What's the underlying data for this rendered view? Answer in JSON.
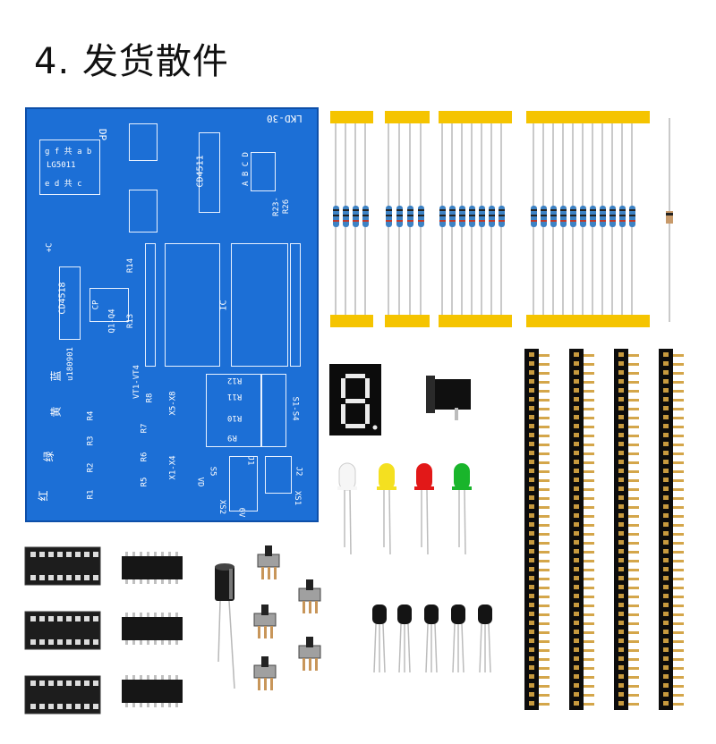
{
  "title": "4. 发货散件",
  "pcb": {
    "model": "LKD-30",
    "labels": {
      "dp": "DP",
      "lg5011": "LG5011",
      "seg_ab": "g f 共 a b",
      "seg_ec": "e d 共 c",
      "cd4511": "CD4511",
      "abcd": "A B C D",
      "r23": "R23-",
      "r26": "R26",
      "cd4518": "CD4518",
      "cp": "CP",
      "q1q4": "Q1-Q4",
      "r13": "R13",
      "r14": "R14",
      "c": "+C",
      "ic": "IC",
      "u180901": "u180901",
      "vt": "VT1-VT4",
      "r8": "R8",
      "r4": "R4",
      "r3": "R3",
      "r2": "R2",
      "r1": "R1",
      "r5": "R5",
      "r6": "R6",
      "r7": "R7",
      "x5x8": "X5-X8",
      "x1x4": "X1-X4",
      "r9": "R9",
      "r10": "R10",
      "r11": "R11",
      "r12": "R12",
      "s1s4": "S1-S4",
      "s5": "S5",
      "j1": "J1",
      "j2": "J2",
      "xs1": "XS1",
      "xs2": "XS2",
      "vd": "VD",
      "v6": "6V",
      "red_label": "红",
      "green_label": "绿",
      "yellow_label": "黄",
      "blue_label": "蓝"
    }
  },
  "components": {
    "resistor_groups": 4,
    "sockets": 3,
    "ics": 3,
    "switches": 5,
    "transistors": 5,
    "pin_headers": 4,
    "led_colors": [
      "#f6f6f6",
      "#f4e020",
      "#e21818",
      "#19b52b"
    ],
    "segment_display": "7-segment"
  },
  "colors": {
    "pcb": "#1c6fd6",
    "tape": "#f5c400"
  }
}
